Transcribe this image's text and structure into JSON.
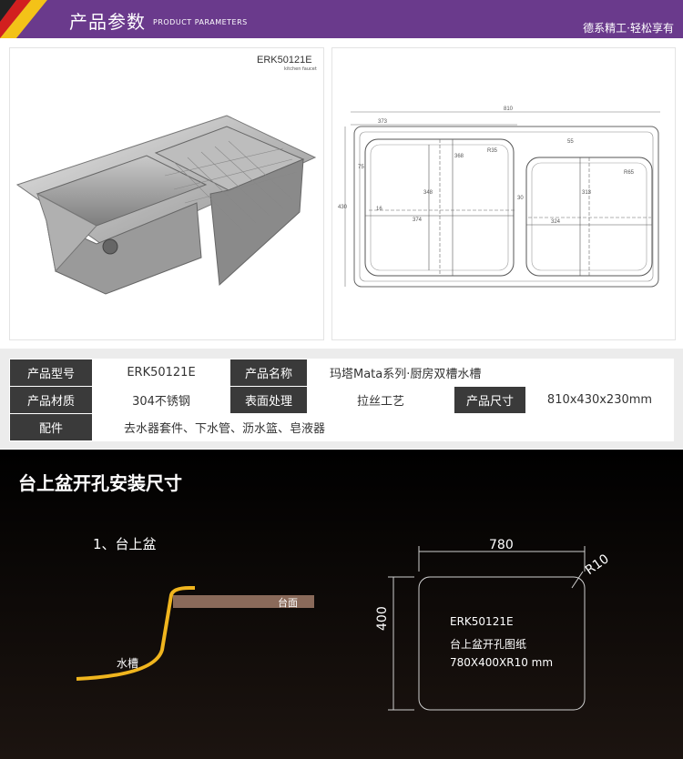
{
  "header": {
    "title": "产品参数",
    "subtitle": "PRODUCT PARAMETERS",
    "slogan": "德系精工·轻松享有"
  },
  "photo": {
    "model": "ERK50121E",
    "model_sub": "kitchen faucet"
  },
  "drawing": {
    "overall_width": "810",
    "left_bowl_offset": "373",
    "height": "430",
    "left_inner_height": "368",
    "left_inner_depth": "348",
    "left_inner_width": "374",
    "right_inner_width": "324",
    "right_inner_height": "313",
    "corner_left": "R35",
    "corner_right": "R65",
    "top_gap": "55",
    "divider": "30",
    "edge_a": "16",
    "edge_b": "75"
  },
  "params": {
    "model_label": "产品型号",
    "model_value": "ERK50121E",
    "name_label": "产品名称",
    "name_value": "玛塔Mata系列·厨房双槽水槽",
    "material_label": "产品材质",
    "material_value": "304不锈钢",
    "surface_label": "表面处理",
    "surface_value": "拉丝工艺",
    "size_label": "产品尺寸",
    "size_value": "810x430x230mm",
    "accessory_label": "配件",
    "accessory_value": "去水器套件、下水管、沥水篮、皂液器"
  },
  "install": {
    "title": "台上盆开孔安装尺寸",
    "step": "1、台上盆",
    "counter_label": "台面",
    "sink_label": "水槽",
    "cut_width": "780",
    "cut_height": "400",
    "cut_radius": "R10",
    "cut_model": "ERK50121E",
    "cut_desc": "台上盆开孔图纸",
    "cut_size": "780X400XR10 mm"
  },
  "colors": {
    "header_bg": "#6a3a8c",
    "table_header": "#3a3a3a",
    "accent_yellow": "#f0b51e",
    "counter_brown": "#8a6a5a"
  }
}
